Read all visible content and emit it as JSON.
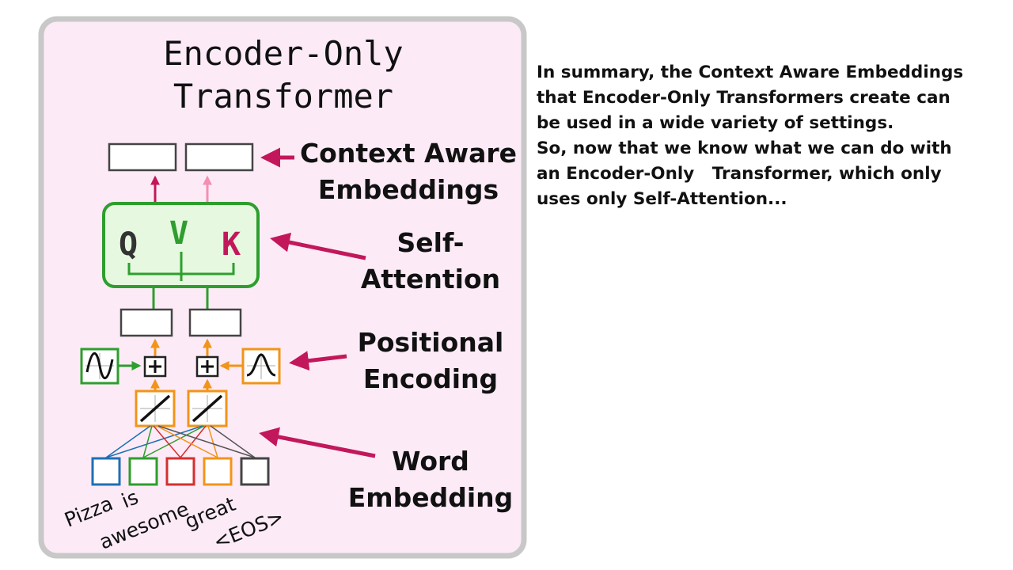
{
  "diagram": {
    "title_line1": "Encoder-Only",
    "title_line2": "Transformer",
    "labels": {
      "context_line1": "Context Aware",
      "context_line2": "Embeddings",
      "attention_line1": "Self-",
      "attention_line2": "Attention",
      "positional_line1": "Positional",
      "positional_line2": "Encoding",
      "word_line1": "Word",
      "word_line2": "Embedding"
    },
    "qkv": {
      "q": "Q",
      "v": "V",
      "k": "K"
    },
    "tokens": [
      "Pizza",
      "is",
      "awesome",
      "great",
      "<EOS>"
    ],
    "colors": {
      "panel_bg": "#fcebf7",
      "panel_border": "#c8c8c8",
      "accent_arrow": "#c2185b",
      "green": "#2e9e2e",
      "orange": "#f29418",
      "pink": "#f48fb1",
      "blue": "#1f6fb5",
      "red": "#d32f2f"
    }
  },
  "summary": {
    "paragraph1": "In summary, the Context Aware Embeddings that Encoder-Only Transformers create can be used in a wide variety of settings.",
    "paragraph2": "So, now that we know what we can do with an Encoder-Only   Transformer, which only uses only Self-Attention..."
  }
}
